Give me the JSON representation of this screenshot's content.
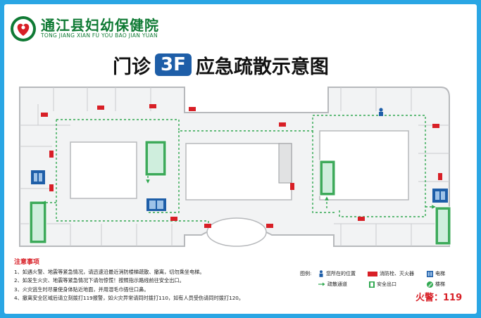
{
  "header": {
    "org_name_cn": "通江县妇幼保健院",
    "org_name_en": "TONG JIANG XIAN FU YOU BAO JIAN YUAN",
    "title_prefix": "门诊",
    "floor": "3F",
    "title_suffix": "应急疏散示意图"
  },
  "notes": {
    "title": "注意事项",
    "items": [
      "1、如遇火警、地震等紧急情况，请迅速沿最近消防楼梯疏散、撤离，切勿乘坐电梯。",
      "2、如发生火灾、地震等紧急情况下请勿惊慌！按照指示路线前往安全出口。",
      "3、火灾逃生时尽量使身体贴近地面，并用湿毛巾捂住口鼻。",
      "4、撤离安全区域后请立刻拨打119报警，如火灾异常请同时拨打110，如有人员受伤请同时拨打120。"
    ]
  },
  "legend": {
    "label": "图例:",
    "items": {
      "you_are_here": "您所在的位置",
      "fire_equipment": "消防栓、灭火器",
      "elevator": "电梯",
      "route": "疏散通道",
      "exit": "安全出口",
      "stairs": "楼梯"
    }
  },
  "fire_alarm": "火警：119",
  "colors": {
    "border": "#2aa6e4",
    "brand_green": "#0f7a34",
    "floor_badge": "#1e5ea8",
    "route_green": "#2fa84f",
    "alert_red": "#d81f26",
    "wall": "#b7b9bc",
    "floor_plan": "#f2f3f4"
  }
}
